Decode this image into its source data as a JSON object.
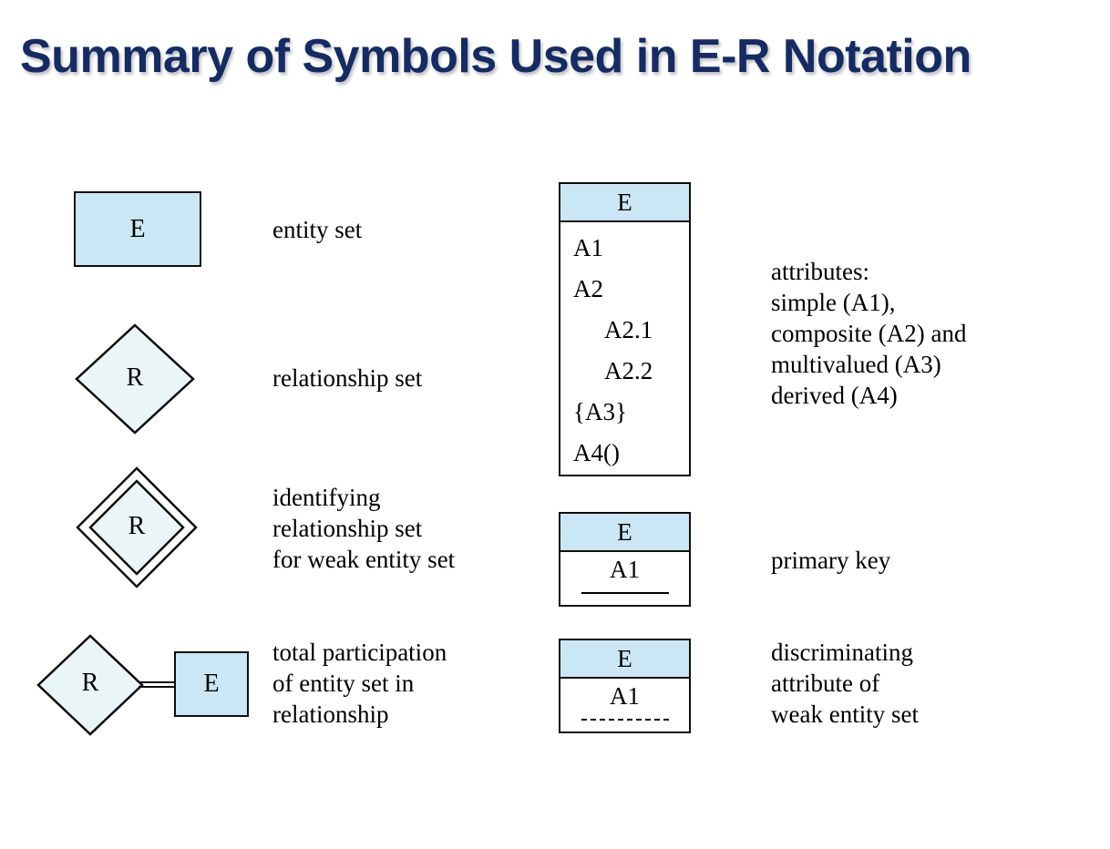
{
  "slide": {
    "title": "Summary of Symbols Used in E-R Notation",
    "title_color": "#152b62",
    "background": "#ffffff",
    "shape_fill": "#cbe7f5",
    "diamond_fill": "#eaf5f8",
    "stroke_color": "#0d0d0d"
  },
  "legend": {
    "entity_set": {
      "symbol_label": "E",
      "caption": "entity set"
    },
    "relationship_set": {
      "symbol_label": "R",
      "caption": "relationship set"
    },
    "identifying_relationship_set": {
      "symbol_label": "R",
      "caption": "identifying\nrelationship set\nfor weak entity set"
    },
    "total_participation": {
      "diamond_label": "R",
      "entity_label": "E",
      "caption": "total participation\nof entity set in\nrelationship"
    }
  },
  "attributes_table": {
    "header": "E",
    "rows": [
      {
        "text": "A1",
        "indent": false
      },
      {
        "text": "A2",
        "indent": false
      },
      {
        "text": "A2.1",
        "indent": true
      },
      {
        "text": "A2.2",
        "indent": true
      },
      {
        "text": "{A3}",
        "indent": false
      },
      {
        "text": "A4()",
        "indent": false
      }
    ],
    "caption": "attributes:\nsimple (A1),\ncomposite (A2) and\nmultivalued (A3)\nderived (A4)"
  },
  "primary_key_table": {
    "header": "E",
    "attribute": "A1",
    "underline_style": "solid",
    "caption": "primary key"
  },
  "discriminating_attribute_table": {
    "header": "E",
    "attribute": "A1",
    "underline_style": "dashed",
    "caption": "discriminating\nattribute of\nweak entity set"
  }
}
